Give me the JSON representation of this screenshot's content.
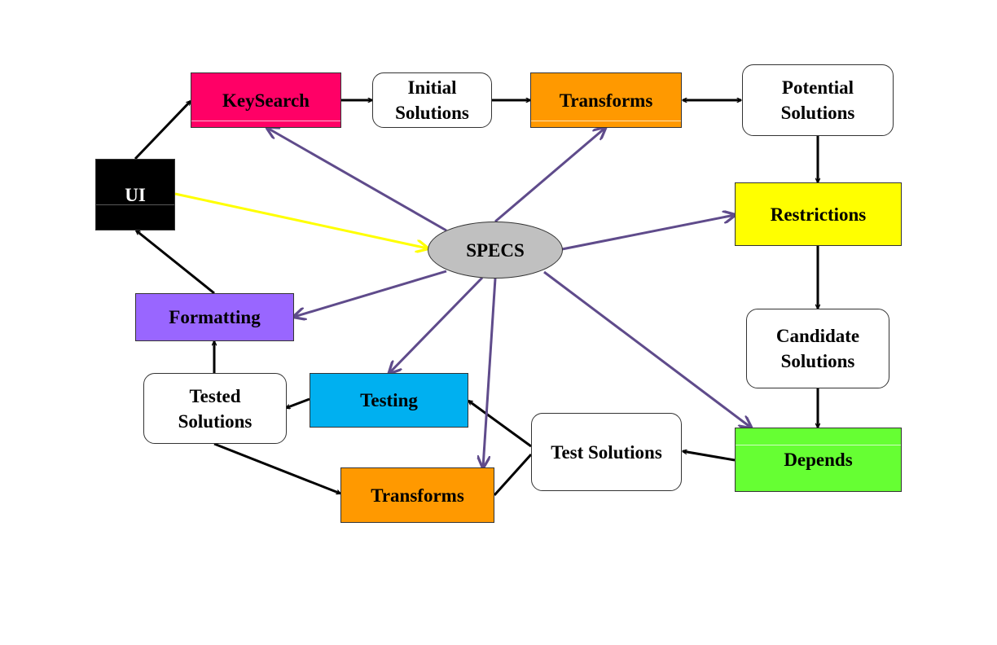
{
  "nodes": {
    "keysearch": {
      "label": "KeySearch",
      "color": "#ff0066"
    },
    "initial_solutions": {
      "label": "Initial\nSolutions",
      "color": "#ffffff"
    },
    "transforms_top": {
      "label": "Transforms",
      "color": "#ff9900"
    },
    "potential_solutions": {
      "label": "Potential\nSolutions",
      "color": "#ffffff"
    },
    "ui": {
      "label": "UI",
      "color": "#000000",
      "text_color": "#ffffff"
    },
    "restrictions": {
      "label": "Restrictions",
      "color": "#ffff00"
    },
    "specs": {
      "label": "SPECS",
      "color": "#c0c0c0"
    },
    "formatting": {
      "label": "Formatting",
      "color": "#9966ff"
    },
    "candidate_solutions": {
      "label": "Candidate\nSolutions",
      "color": "#ffffff"
    },
    "tested_solutions": {
      "label": "Tested\nSolutions",
      "color": "#ffffff"
    },
    "testing": {
      "label": "Testing",
      "color": "#00b0f0"
    },
    "test_solutions": {
      "label": "Test Solutions",
      "color": "#ffffff"
    },
    "depends": {
      "label": "Depends",
      "color": "#66ff33"
    },
    "transforms_bottom": {
      "label": "Transforms",
      "color": "#ff9900"
    }
  },
  "edge_colors": {
    "flow": "#000000",
    "spec": "#5f4b8b",
    "ui_spec": "#ffff00"
  }
}
